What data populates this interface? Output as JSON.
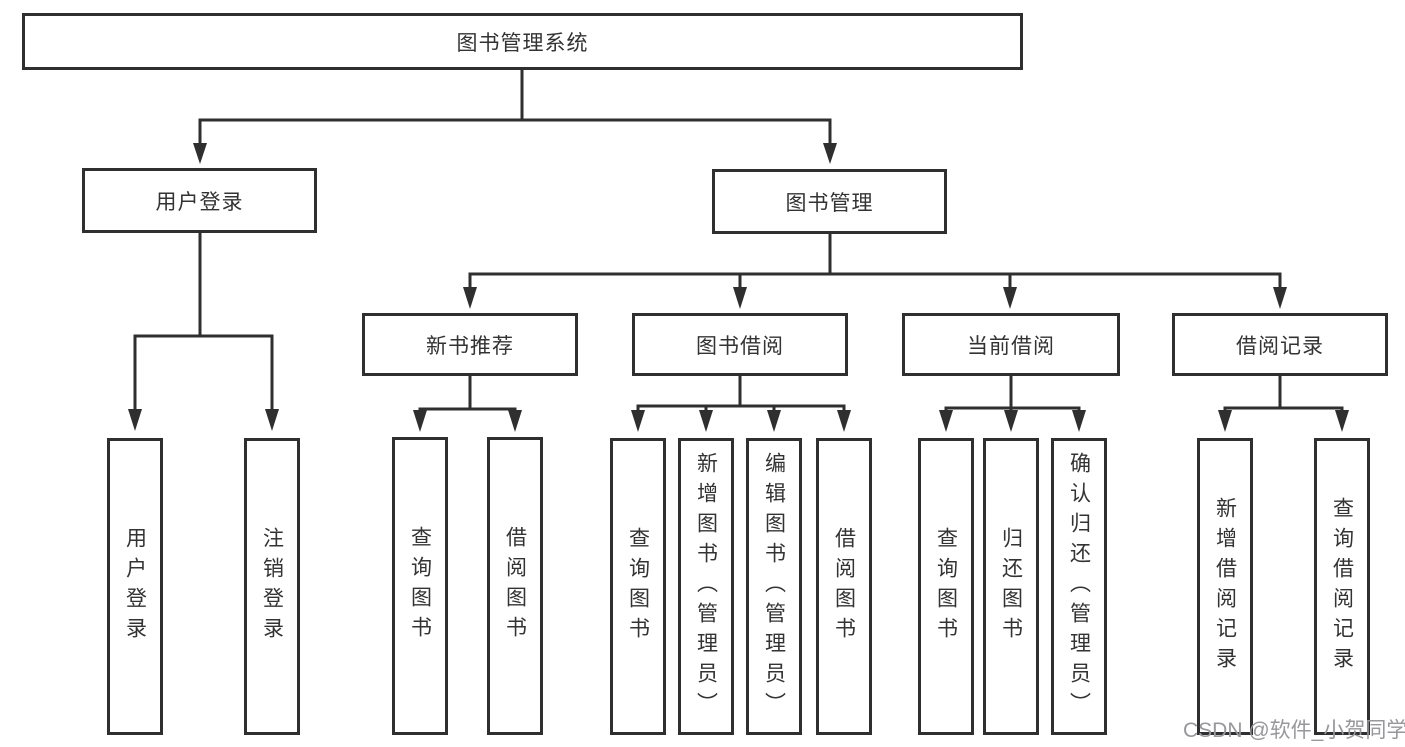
{
  "diagram": {
    "root": {
      "label": "图书管理系统",
      "children": [
        {
          "label": "用户登录",
          "children": [
            {
              "label": "用户登录"
            },
            {
              "label": "注销登录"
            }
          ]
        },
        {
          "label": "图书管理",
          "children": [
            {
              "label": "新书推荐",
              "children": [
                {
                  "label": "查询图书"
                },
                {
                  "label": "借阅图书"
                }
              ]
            },
            {
              "label": "图书借阅",
              "children": [
                {
                  "label": "查询图书"
                },
                {
                  "label": "新增图书（管理员）"
                },
                {
                  "label": "编辑图书（管理员）"
                },
                {
                  "label": "借阅图书"
                }
              ]
            },
            {
              "label": "当前借阅",
              "children": [
                {
                  "label": "查询图书"
                },
                {
                  "label": "归还图书"
                },
                {
                  "label": "确认归还（管理员）"
                }
              ]
            },
            {
              "label": "借阅记录",
              "children": [
                {
                  "label": "新增借阅记录"
                },
                {
                  "label": "查询借阅记录"
                }
              ]
            }
          ]
        }
      ]
    }
  },
  "watermark": "CSDN @软件_小贺同学",
  "colors": {
    "line": "#2f2f2f",
    "text": "#333333",
    "box_background": "#ffffff",
    "watermark": "#97979c"
  }
}
